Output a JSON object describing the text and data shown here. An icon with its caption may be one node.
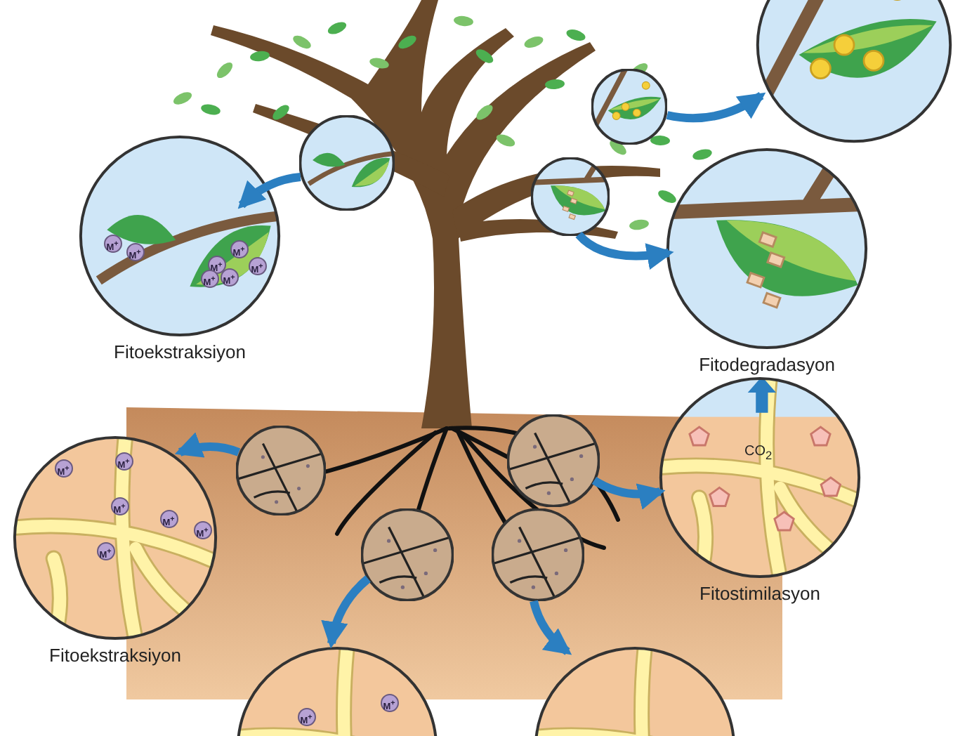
{
  "diagram": {
    "nodes": [
      {
        "text": [],
        "shape": "circle"
      },
      {
        "text": [
          "Fitoekstraksiyon"
        ]
      },
      {
        "text": [],
        "shape": "circle"
      },
      {
        "text": [],
        "shape": "circle"
      },
      {
        "text": [],
        "shape": "circle"
      },
      {
        "text": [
          "Fitodegradasyon"
        ]
      },
      {
        "text": [],
        "shape": "circle"
      },
      {
        "text": [
          "Fitoekstraksiyon"
        ]
      },
      {
        "text": [],
        "shape": "circle"
      },
      {
        "text": [
          "Fitostimilasyon"
        ]
      },
      {
        "text": [],
        "shape": "circle"
      },
      {
        "text": [],
        "shape": "circle"
      },
      {
        "text": [],
        "shape": "circle"
      },
      {
        "text": [],
        "shape": "circle"
      }
    ],
    "edges": [
      {
        "from": 0,
        "to": 1,
        "arrow": "to"
      },
      {
        "from": 2,
        "to": 3,
        "arrow": "to"
      },
      {
        "from": 4,
        "to": 5,
        "arrow": "to"
      },
      {
        "from": 6,
        "to": 7,
        "arrow": "to"
      },
      {
        "from": 8,
        "to": 9,
        "arrow": "to"
      },
      {
        "from": 10,
        "to": 11,
        "arrow": "to"
      },
      {
        "from": 12,
        "to": 13,
        "arrow": "to"
      }
    ],
    "labels": [
      "M$^{+}$",
      "M$^{+}$",
      "M$^{+}$",
      "M$^{+}$",
      "M$^{+}$",
      "M$^{+}$",
      "M$^{+}$",
      "CO$_{2}$",
      "M$^{+}$",
      "M$^{+}$",
      "M$^{+}$",
      "M$^{+}$",
      "M$^{+}$",
      "M$^{+}$",
      "M$^{+}$",
      "M$^{+}$"
    ]
  }
}
